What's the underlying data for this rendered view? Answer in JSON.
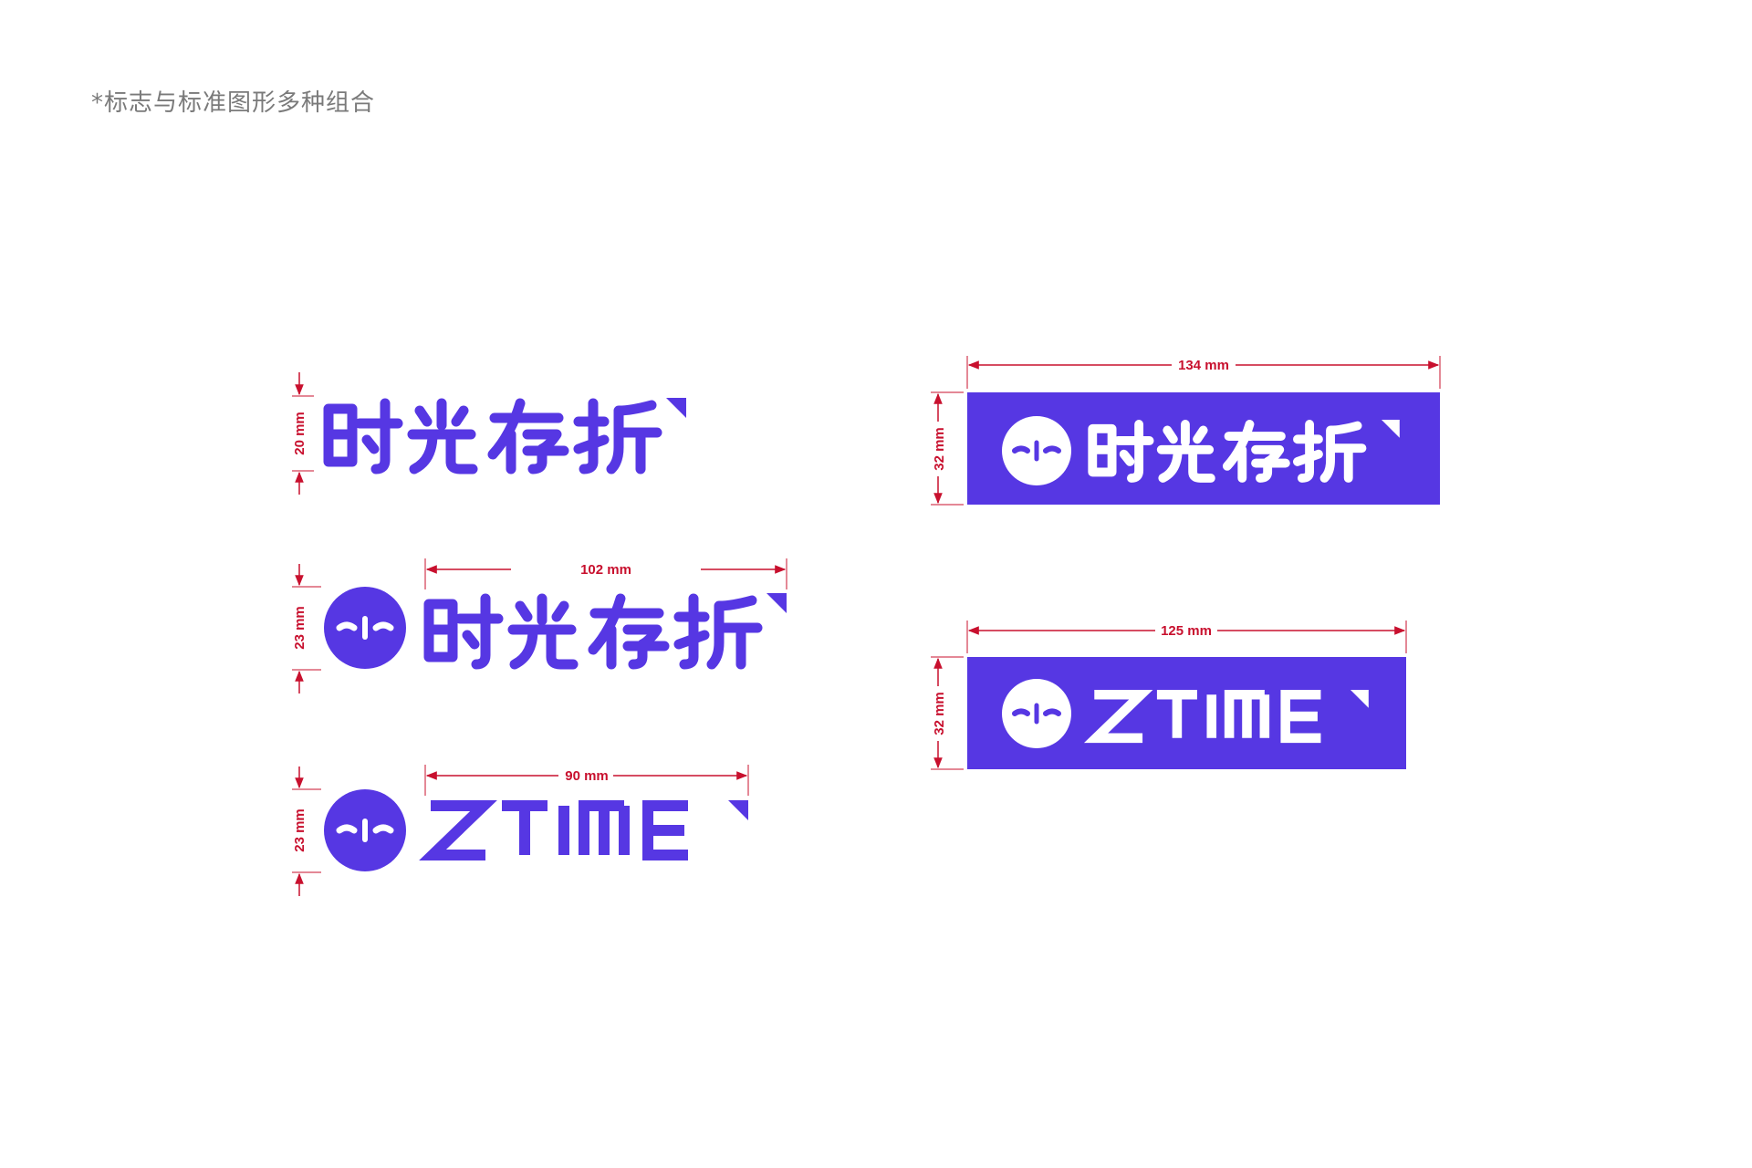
{
  "caption": "*标志与标准图形多种组合",
  "colors": {
    "brand": "#5637e3",
    "dimension": "#c8102e",
    "caption": "#7a7a7a"
  },
  "logo": {
    "cn_text": "时光存折",
    "en_text": "ZTIME"
  },
  "dimensions": {
    "a_height": "20 mm",
    "b_width": "102 mm",
    "b_height": "23 mm",
    "c_width": "90 mm",
    "c_height": "23 mm",
    "d_width": "134 mm",
    "d_height": "32 mm",
    "e_width": "125 mm",
    "e_height": "32 mm"
  }
}
